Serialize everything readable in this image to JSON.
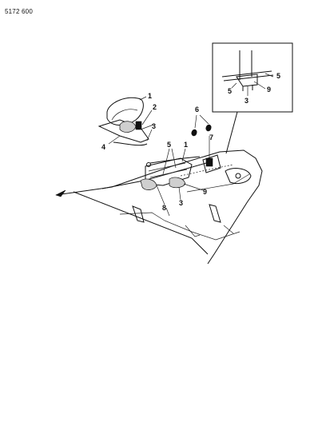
{
  "diagram_code": "5172 600",
  "callouts": {
    "inset_5a": "5",
    "inset_5b": "5",
    "inset_9": "9",
    "inset_3": "3",
    "main_1_top": "1",
    "main_2": "2",
    "main_3_left": "3",
    "main_4": "4",
    "main_6": "6",
    "main_5": "5",
    "main_1_mid": "1",
    "main_7": "7",
    "main_8": "8",
    "main_9": "9",
    "main_3_low": "3"
  }
}
